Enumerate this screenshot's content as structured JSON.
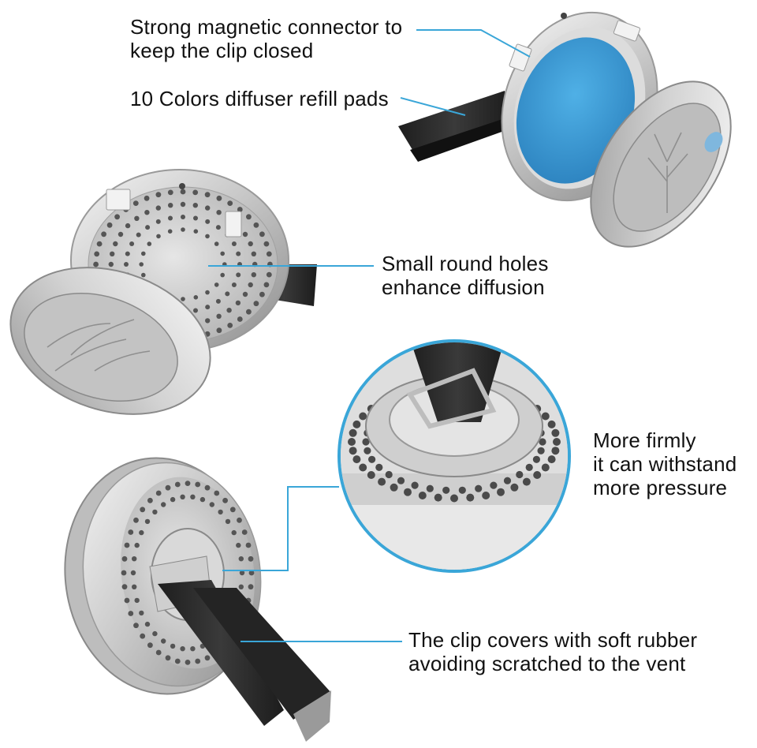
{
  "colors": {
    "callout_line": "#3aa6d8",
    "steel_light": "#eeeeee",
    "steel_mid": "#c6c6c6",
    "steel_dark": "#8a8a8a",
    "rubber": "#2b2b2b",
    "felt_pad": "#3d9ad4",
    "magnet": "#f2f2f2",
    "text": "#111111"
  },
  "icons": [
    "diffuser-locket-open-icon",
    "felt-pad-icon",
    "vent-clip-icon",
    "magnet-icon",
    "tree-of-life-icon"
  ],
  "callouts": {
    "magnetic": {
      "line1": "Strong magnetic connector to",
      "line2": "keep the clip closed"
    },
    "pads": {
      "line1": "10 Colors diffuser refill pads"
    },
    "holes": {
      "line1": "Small round holes",
      "line2": "enhance diffusion"
    },
    "firm": {
      "line1": "More firmly",
      "line2": "it can withstand",
      "line3": "more pressure"
    },
    "rubber": {
      "line1": "The clip covers with soft rubber",
      "line2": "avoiding scratched to the vent"
    }
  }
}
